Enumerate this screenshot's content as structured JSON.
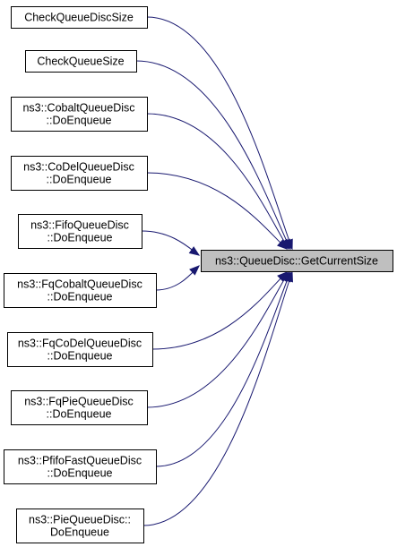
{
  "target": {
    "lines": [
      "ns3::QueueDisc::GetCurrentSize"
    ]
  },
  "callers": [
    {
      "id": "check-queue-disc-size",
      "lines": [
        "CheckQueueDiscSize"
      ]
    },
    {
      "id": "check-queue-size",
      "lines": [
        "CheckQueueSize"
      ]
    },
    {
      "id": "cobalt-queue-disc-doenqueue",
      "lines": [
        "ns3::CobaltQueueDisc",
        "::DoEnqueue"
      ]
    },
    {
      "id": "codel-queue-disc-doenqueue",
      "lines": [
        "ns3::CoDelQueueDisc",
        "::DoEnqueue"
      ]
    },
    {
      "id": "fifo-queue-disc-doenqueue",
      "lines": [
        "ns3::FifoQueueDisc",
        "::DoEnqueue"
      ]
    },
    {
      "id": "fq-cobalt-queue-disc-doenqueue",
      "lines": [
        "ns3::FqCobaltQueueDisc",
        "::DoEnqueue"
      ]
    },
    {
      "id": "fq-codel-queue-disc-doenqueue",
      "lines": [
        "ns3::FqCoDelQueueDisc",
        "::DoEnqueue"
      ]
    },
    {
      "id": "fq-pie-queue-disc-doenqueue",
      "lines": [
        "ns3::FqPieQueueDisc",
        "::DoEnqueue"
      ]
    },
    {
      "id": "pfifo-fast-queue-disc-doenqueue",
      "lines": [
        "ns3::PfifoFastQueueDisc",
        "::DoEnqueue"
      ]
    },
    {
      "id": "pie-queue-disc-doenqueue",
      "lines": [
        "ns3::PieQueueDisc::",
        "DoEnqueue"
      ]
    }
  ],
  "colors": {
    "edge": "#191970",
    "target_fill": "#bfbfbf",
    "node_fill": "#ffffff",
    "node_border": "#000000"
  }
}
